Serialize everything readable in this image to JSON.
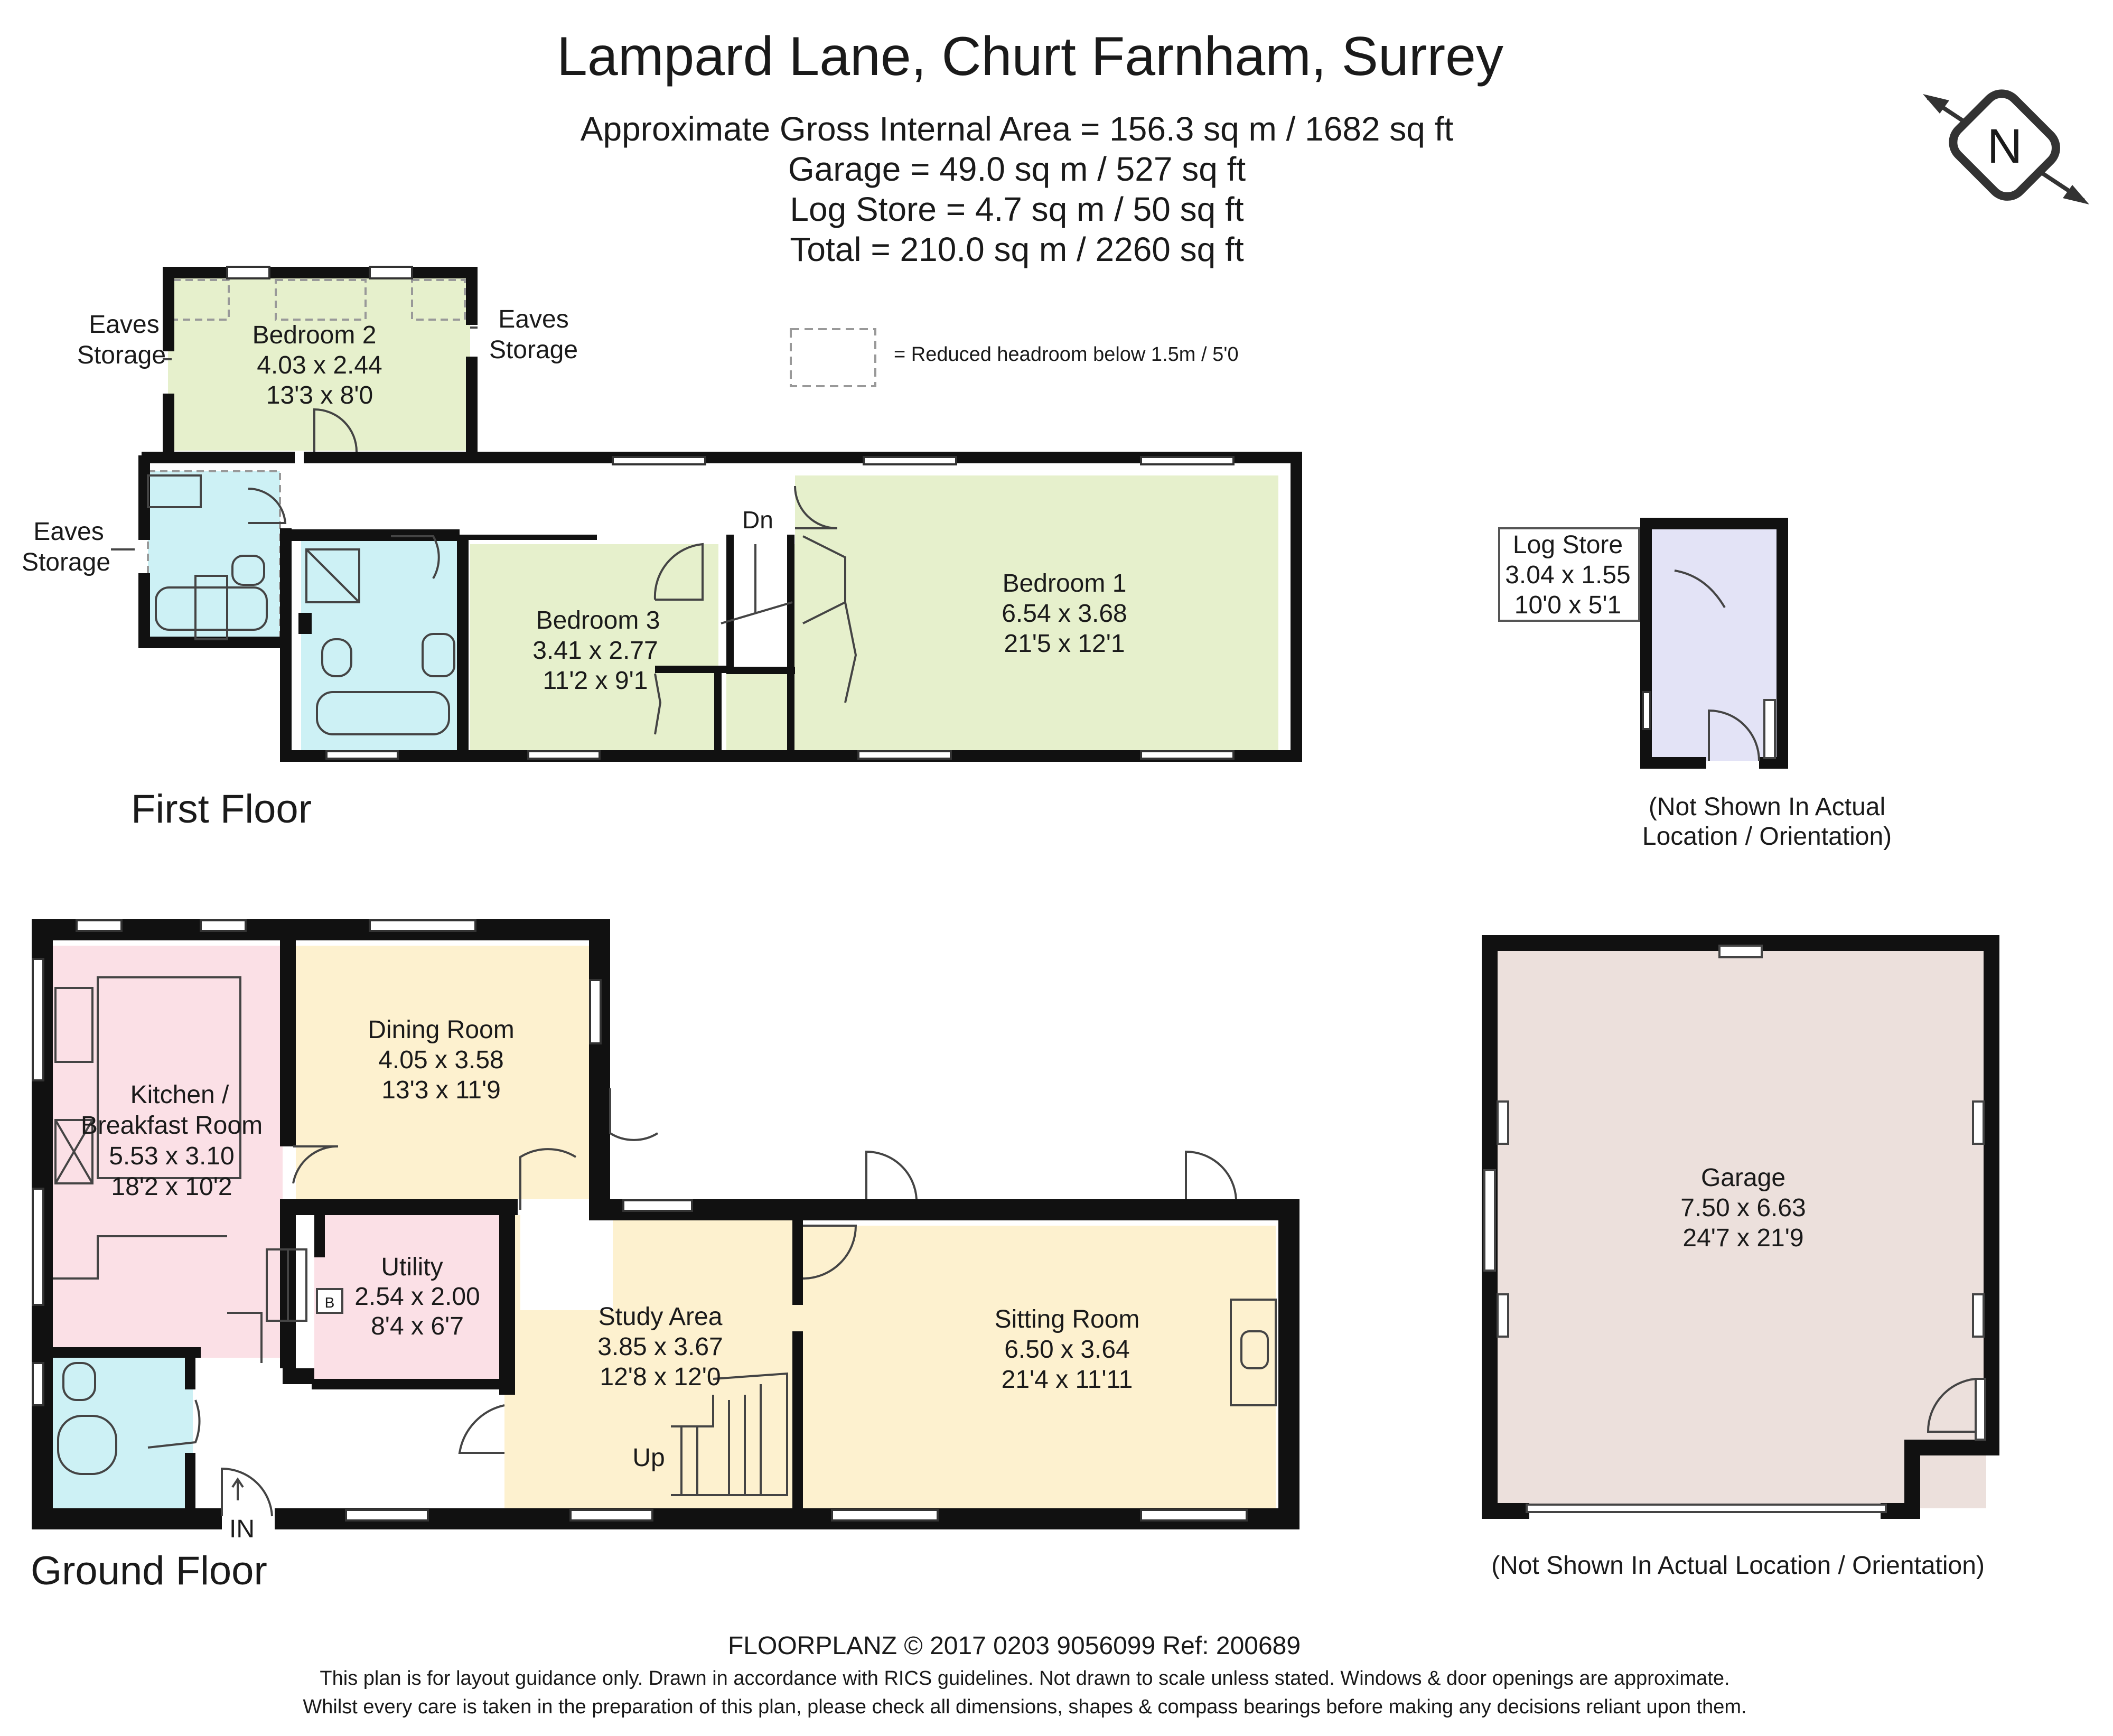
{
  "title": "Lampard Lane, Churt Farnham, Surrey",
  "areas": [
    "Approximate Gross Internal Area = 156.3 sq m / 1682 sq ft",
    "Garage = 49.0 sq m / 527 sq ft",
    "Log Store = 4.7 sq m / 50 sq ft",
    "Total = 210.0 sq m / 2260 sq ft"
  ],
  "compass": {
    "label": "N"
  },
  "legend": {
    "text": "= Reduced headroom below 1.5m / 5'0"
  },
  "floors": {
    "first": "First Floor",
    "ground": "Ground Floor"
  },
  "rooms": {
    "bedroom2": {
      "name": "Bedroom 2",
      "metric": "4.03 x 2.44",
      "imperial": "13'3 x 8'0"
    },
    "bedroom1": {
      "name": "Bedroom 1",
      "metric": "6.54 x 3.68",
      "imperial": "21'5 x 12'1"
    },
    "bedroom3": {
      "name": "Bedroom 3",
      "metric": "3.41 x 2.77",
      "imperial": "11'2 x 9'1"
    },
    "logstore": {
      "name": "Log Store",
      "metric": "3.04 x 1.55",
      "imperial": "10'0 x 5'1"
    },
    "dining": {
      "name": "Dining Room",
      "metric": "4.05 x 3.58",
      "imperial": "13'3 x 11'9"
    },
    "kitchen": {
      "name1": "Kitchen /",
      "name2": "Breakfast Room",
      "metric": "5.53 x 3.10",
      "imperial": "18'2 x 10'2"
    },
    "utility": {
      "name": "Utility",
      "metric": "2.54 x 2.00",
      "imperial": "8'4 x 6'7"
    },
    "study": {
      "name": "Study Area",
      "metric": "3.85 x 3.67",
      "imperial": "12'8 x 12'0"
    },
    "sitting": {
      "name": "Sitting Room",
      "metric": "6.50 x 3.64",
      "imperial": "21'4 x 11'11"
    },
    "garage": {
      "name": "Garage",
      "metric": "7.50 x 6.63",
      "imperial": "24'7 x 21'9"
    }
  },
  "labels": {
    "eaves1": "Eaves",
    "storage1": "Storage",
    "eaves2": "Eaves",
    "storage2": "Storage",
    "eaves3": "Eaves",
    "storage3": "Storage",
    "dn": "Dn",
    "up": "Up",
    "in": "IN",
    "boiler": "B"
  },
  "notes": {
    "logstore_1": "(Not Shown In Actual",
    "logstore_2": "Location / Orientation)",
    "garage": "(Not Shown In Actual Location / Orientation)"
  },
  "footer": {
    "line1": "FLOORPLANZ © 2017    0203 9056099    Ref: 200689",
    "line2": "This plan is for layout guidance only. Drawn in accordance with RICS guidelines. Not drawn to scale unless stated. Windows & door openings are approximate.",
    "line3": "Whilst every care is taken in the preparation of this plan, please check all dimensions, shapes & compass bearings before making any decisions reliant upon them."
  },
  "colors": {
    "wall": "#111111",
    "bedroom": "#e6f0cc",
    "bathroom": "#cdf1f5",
    "kitchen": "#fbe0e6",
    "dining": "#fdf1cf",
    "garage": "#ece0dc",
    "logstore": "#e3e3f6",
    "hall": "#ffffff"
  }
}
